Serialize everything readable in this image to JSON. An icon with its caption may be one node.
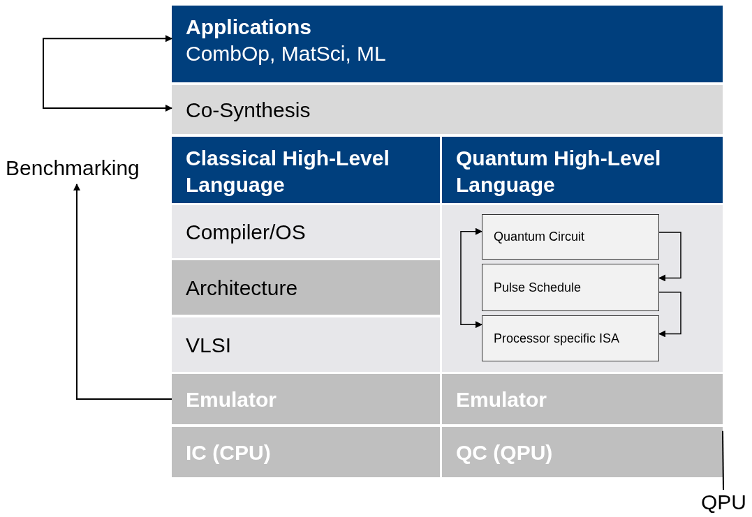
{
  "diagram": {
    "nodes": [
      {
        "text": [
          "Applications",
          "CombOp, MatSci, ML"
        ]
      },
      {
        "text": [
          "Co-Synthesis"
        ]
      },
      {
        "text": [
          "Classical High-Level Language"
        ]
      },
      {
        "text": [
          "Quantum High-Level Language"
        ]
      },
      {
        "text": [
          "Compiler/OS"
        ]
      },
      {
        "text": [
          "Architecture"
        ]
      },
      {
        "text": [
          "VLSI"
        ]
      },
      {
        "text": [],
        "shape": "box"
      },
      {
        "text": [
          "Quantum Circuit"
        ],
        "in": 7
      },
      {
        "text": [
          "Pulse Schedule"
        ],
        "in": 7
      },
      {
        "text": [
          "Processor specific ISA"
        ],
        "in": 7
      },
      {
        "text": [
          "Emulator"
        ]
      },
      {
        "text": [
          "Emulator"
        ]
      },
      {
        "text": [
          "IC (CPU)"
        ]
      },
      {
        "text": [
          "QC (QPU)"
        ]
      },
      {
        "text": [
          "Benchmarking"
        ]
      },
      {
        "text": [
          "QPU"
        ]
      }
    ],
    "edges": [
      {
        "from": 0,
        "to": 1,
        "arrow": "both"
      },
      {
        "from": 11,
        "to": 15,
        "arrow": "to"
      },
      {
        "from": 8,
        "to": 9,
        "arrow": "to"
      },
      {
        "from": 9,
        "to": 10,
        "arrow": "to"
      },
      {
        "from": 8,
        "to": 10,
        "arrow": "both"
      },
      {
        "from": 16,
        "to": 14,
        "arrow": "none"
      }
    ]
  }
}
